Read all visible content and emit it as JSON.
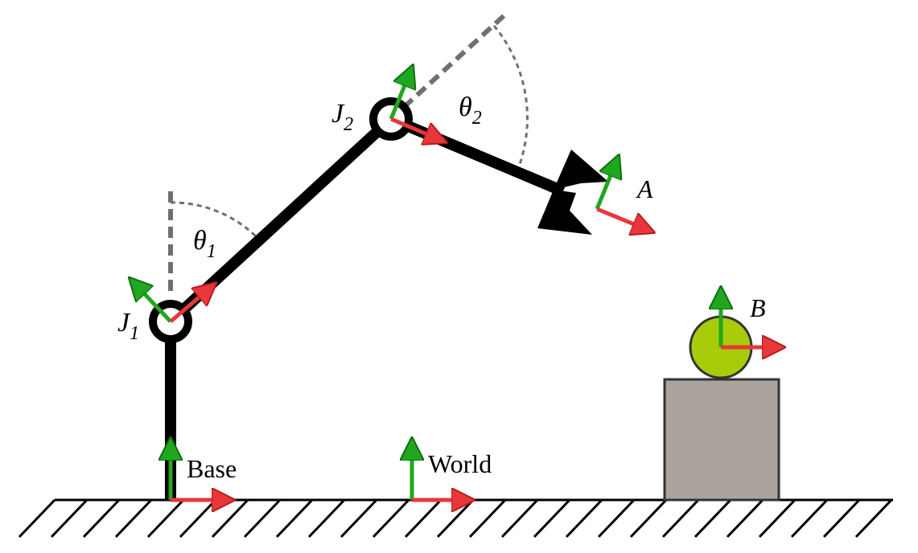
{
  "labels": {
    "joint1": "J",
    "joint1_sub": "1",
    "joint2": "J",
    "joint2_sub": "2",
    "theta1": "θ",
    "theta1_sub": "1",
    "theta2": "θ",
    "theta2_sub": "2",
    "frame_a": "A",
    "frame_b": "B",
    "frame_base": "Base",
    "frame_world": "World"
  },
  "colors": {
    "link": "#000000",
    "axis_x": "#e8373a",
    "axis_y": "#1fa81f",
    "angle_line": "#707070",
    "ball": "#a8cc0a",
    "box": "#aaa39e"
  },
  "icons": {
    "ground": "hatched-ground",
    "gripper": "gripper-end-effector",
    "ball": "ball-object",
    "box": "pedestal-box"
  }
}
